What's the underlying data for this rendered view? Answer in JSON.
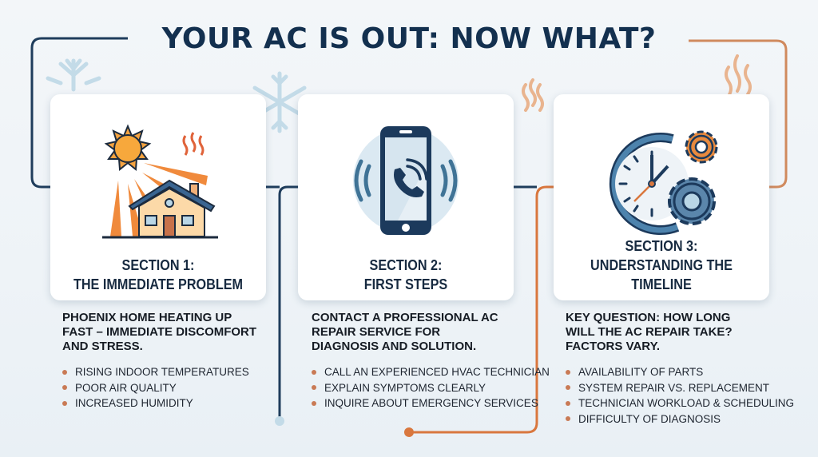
{
  "title": "YOUR AC IS OUT: NOW WHAT?",
  "colors": {
    "navy": "#13304f",
    "orange": "#d9773e",
    "light_blue": "#b9d6e6",
    "bullet": "#c97a55"
  },
  "sections": [
    {
      "heading_line1": "SECTION 1:",
      "heading_line2": "THE IMMEDIATE PROBLEM",
      "icon": "sun-house-icon",
      "description": "PHOENIX HOME HEATING UP FAST – IMMEDIATE DISCOMFORT AND STRESS.",
      "bullets": [
        "RISING INDOOR TEMPERATURES",
        "POOR AIR QUALITY",
        "INCREASED HUMIDITY"
      ]
    },
    {
      "heading_line1": "SECTION 2:",
      "heading_line2": "FIRST STEPS",
      "icon": "phone-call-icon",
      "description": "CONTACT A PROFESSIONAL AC REPAIR SERVICE FOR DIAGNOSIS AND SOLUTION.",
      "bullets": [
        "CALL AN EXPERIENCED HVAC TECHNICIAN",
        "EXPLAIN SYMPTOMS CLEARLY",
        "INQUIRE ABOUT EMERGENCY SERVICES"
      ]
    },
    {
      "heading_line1": "SECTION 3:",
      "heading_line2": "UNDERSTANDING THE TIMELINE",
      "icon": "clock-gears-icon",
      "description": "KEY QUESTION: HOW LONG WILL THE AC REPAIR TAKE? FACTORS VARY.",
      "bullets": [
        "AVAILABILITY OF PARTS",
        "SYSTEM REPAIR VS. REPLACEMENT",
        "TECHNICIAN WORKLOAD & SCHEDULING",
        "DIFFICULTY OF DIAGNOSIS"
      ]
    }
  ]
}
